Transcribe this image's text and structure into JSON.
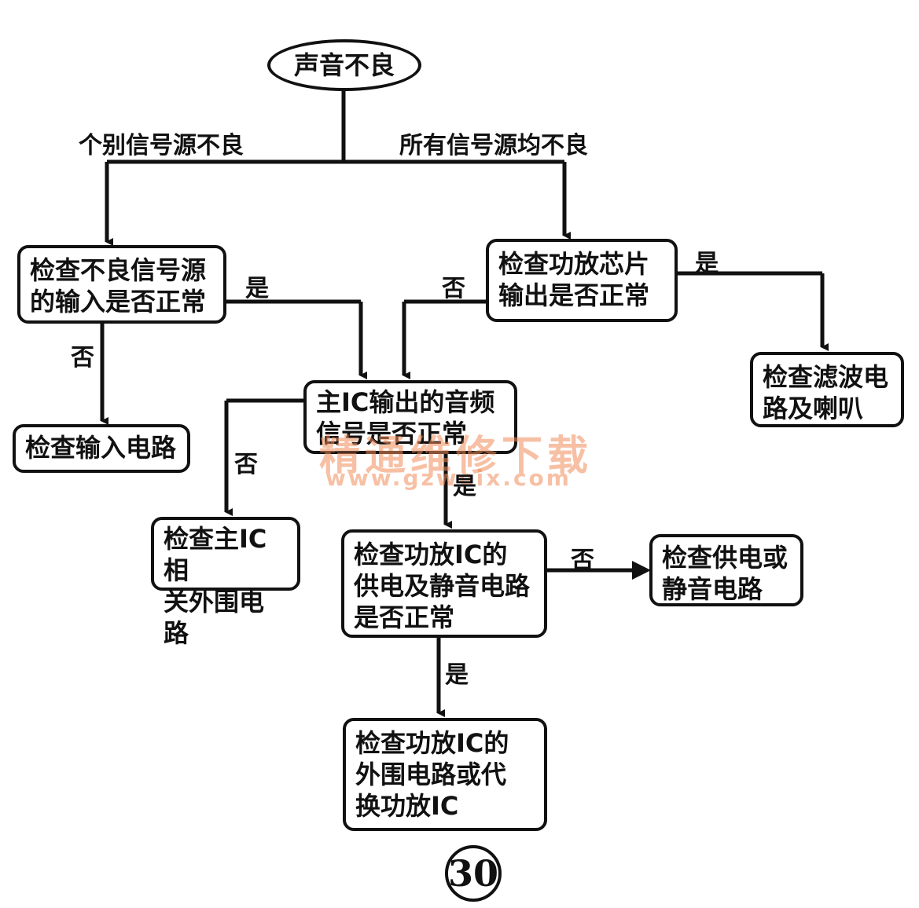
{
  "start": "声音不良",
  "branch_individual": "个别信号源不良",
  "branch_all": "所有信号源均不良",
  "box_check_input_source": [
    "检查不良信号源",
    "的输入是否正常"
  ],
  "box_check_amp_chip": [
    "检查功放芯片",
    "输出是否正常"
  ],
  "box_check_input_circuit": [
    "检查输入电路"
  ],
  "box_main_ic_output": [
    "主IC输出的音频",
    "信号是否正常"
  ],
  "box_check_filter": [
    "检查滤波电",
    "路及喇叭"
  ],
  "box_main_ic_periph": [
    "检查主IC相",
    "关外围电路"
  ],
  "box_amp_ic_supply": [
    "检查功放IC的",
    "供电及静音电路",
    "是否正常"
  ],
  "box_check_supply": [
    "检查供电或",
    "静音电路"
  ],
  "box_final": [
    "检查功放IC的",
    "外围电路或代",
    "换功放IC"
  ],
  "labels": {
    "yes": "是",
    "no": "否"
  },
  "watermark": {
    "title": "精通维修下载",
    "url": "www.gzweix.com"
  },
  "page_number": "30"
}
